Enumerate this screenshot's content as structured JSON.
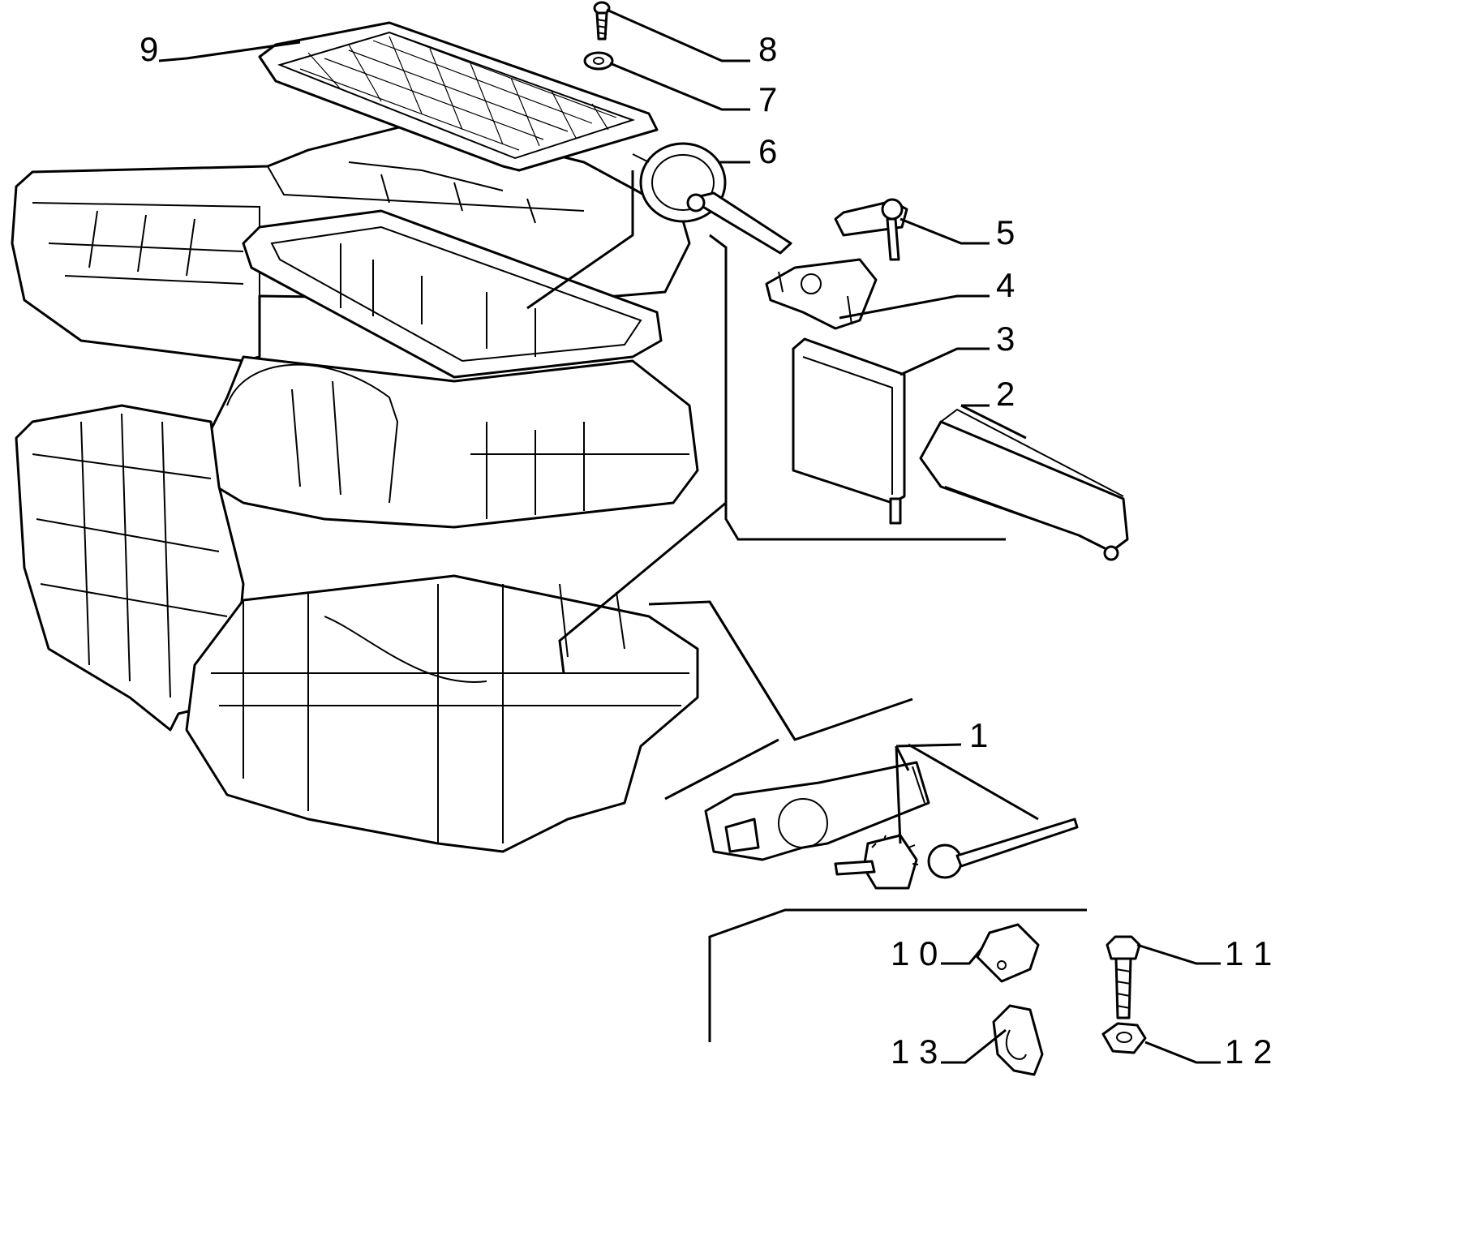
{
  "labels": [
    {
      "id": "1",
      "text": "1"
    },
    {
      "id": "2",
      "text": "2"
    },
    {
      "id": "3",
      "text": "3"
    },
    {
      "id": "4",
      "text": "4"
    },
    {
      "id": "5",
      "text": "5"
    },
    {
      "id": "6",
      "text": "6"
    },
    {
      "id": "7",
      "text": "7"
    },
    {
      "id": "8",
      "text": "8"
    },
    {
      "id": "9",
      "text": "9"
    },
    {
      "id": "10",
      "text": "1 0"
    },
    {
      "id": "11",
      "text": "1 1"
    },
    {
      "id": "12",
      "text": "1 2"
    },
    {
      "id": "13",
      "text": "1 3"
    }
  ]
}
